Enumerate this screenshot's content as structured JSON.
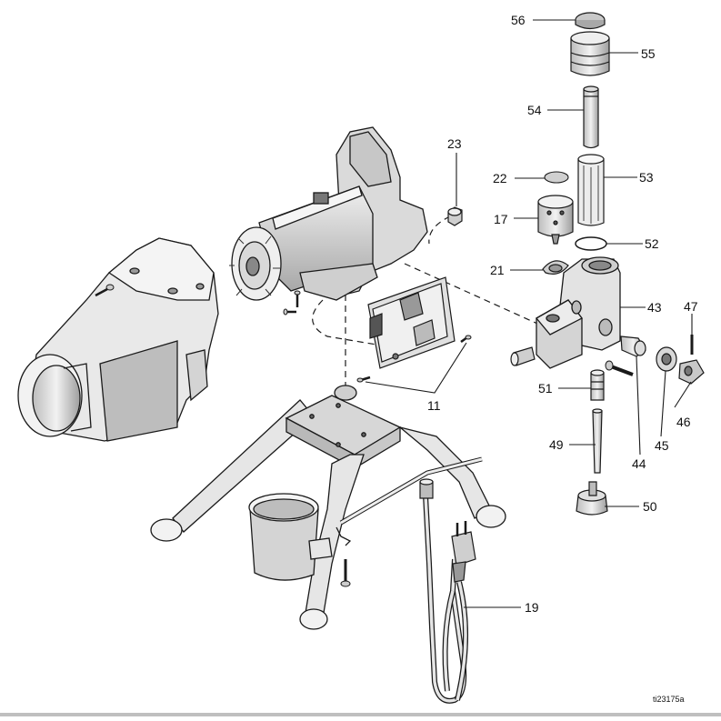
{
  "diagram": {
    "callouts": [
      {
        "id": "56",
        "label": "56"
      },
      {
        "id": "55",
        "label": "55"
      },
      {
        "id": "54",
        "label": "54"
      },
      {
        "id": "23",
        "label": "23"
      },
      {
        "id": "22",
        "label": "22"
      },
      {
        "id": "53",
        "label": "53"
      },
      {
        "id": "17",
        "label": "17"
      },
      {
        "id": "52",
        "label": "52"
      },
      {
        "id": "21",
        "label": "21"
      },
      {
        "id": "43",
        "label": "43"
      },
      {
        "id": "47",
        "label": "47"
      },
      {
        "id": "51",
        "label": "51"
      },
      {
        "id": "11",
        "label": "11"
      },
      {
        "id": "46",
        "label": "46"
      },
      {
        "id": "45",
        "label": "45"
      },
      {
        "id": "44",
        "label": "44"
      },
      {
        "id": "49",
        "label": "49"
      },
      {
        "id": "50",
        "label": "50"
      },
      {
        "id": "19",
        "label": "19"
      }
    ],
    "reference_code": "ti23175a",
    "colors": {
      "part_fill": "#e6e6e6",
      "part_shade": "#c8c8c8",
      "part_dark": "#8c8c8c",
      "line": "#1a1a1a"
    }
  }
}
